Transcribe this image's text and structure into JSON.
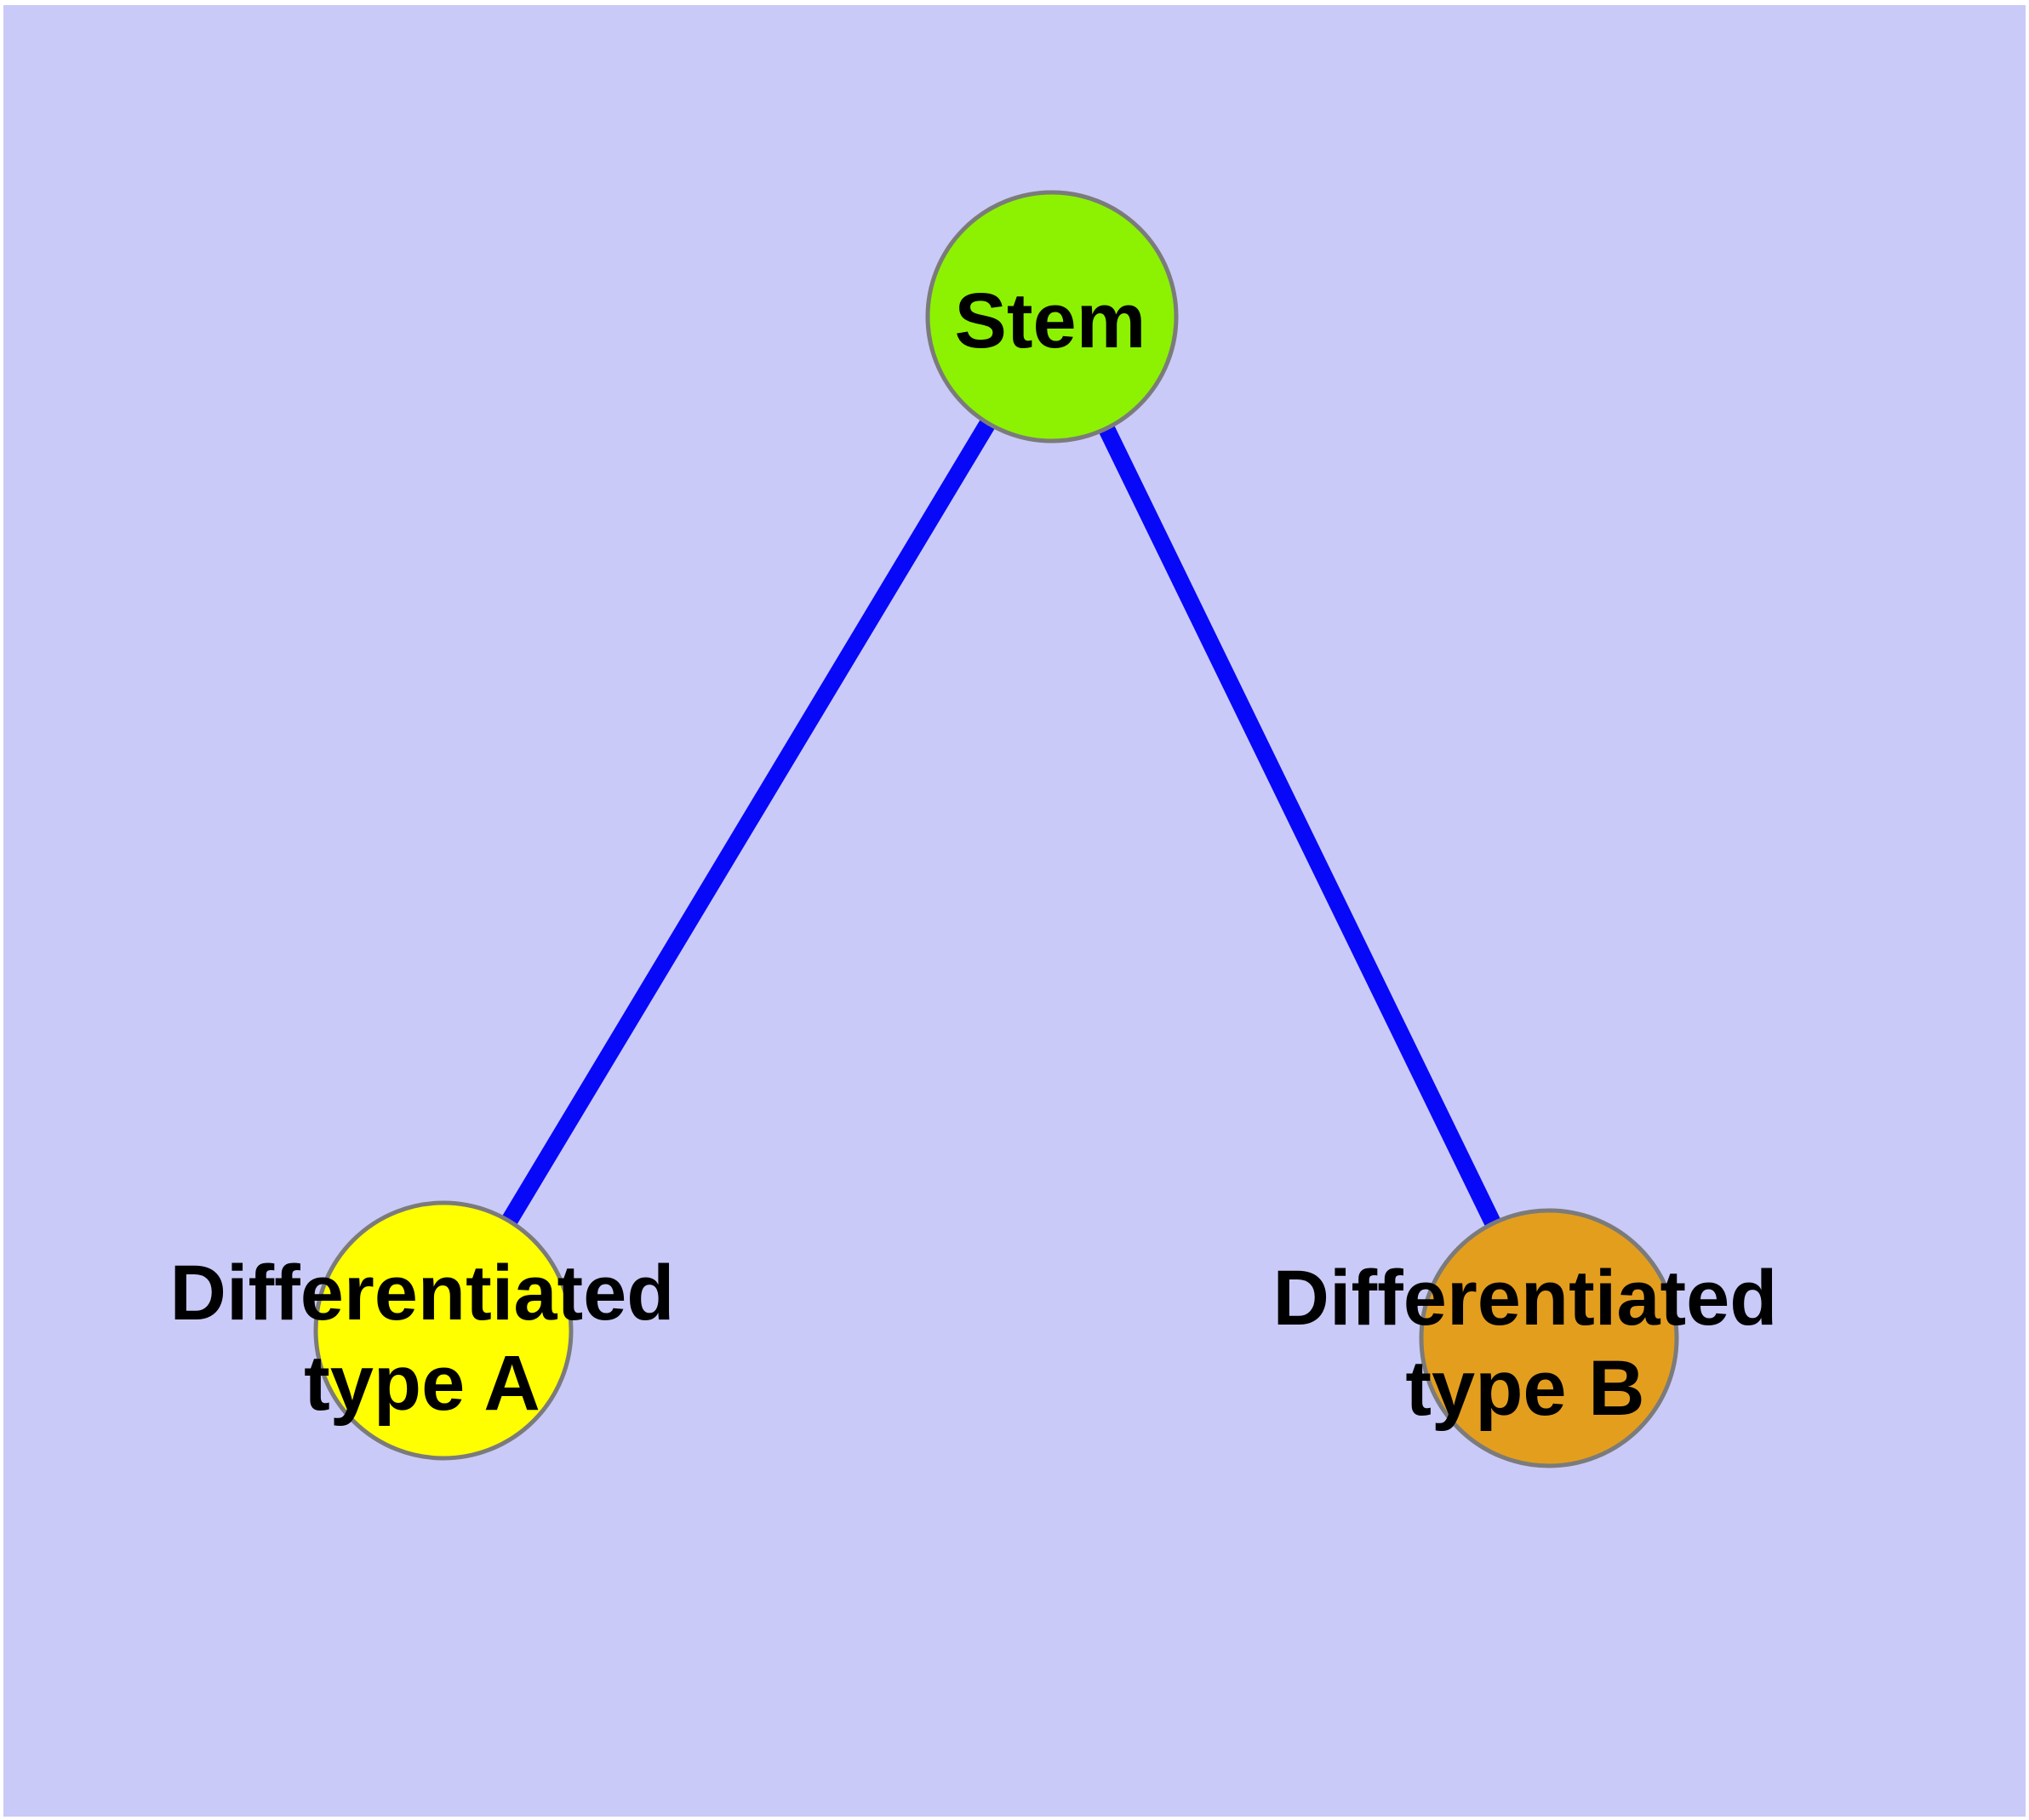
{
  "diagram": {
    "type": "node-link-graph",
    "background_color": "#CACAF8",
    "page_margin_color": "#FFFFFF",
    "edge_color": "#0808F8",
    "node_border_color": "#7B7B7B",
    "text_color": "#000000",
    "nodes": [
      {
        "id": "stem",
        "label": "Stem",
        "color": "#8CF202"
      },
      {
        "id": "diff-a",
        "label": "Differentiated\ntype A",
        "color": "#FFFF00"
      },
      {
        "id": "diff-b",
        "label": "Differentiated\ntype B",
        "color": "#E49E1E"
      }
    ],
    "edges": [
      {
        "from": "Stem",
        "to": "Differentiated type A"
      },
      {
        "from": "Stem",
        "to": "Differentiated type B"
      }
    ]
  }
}
